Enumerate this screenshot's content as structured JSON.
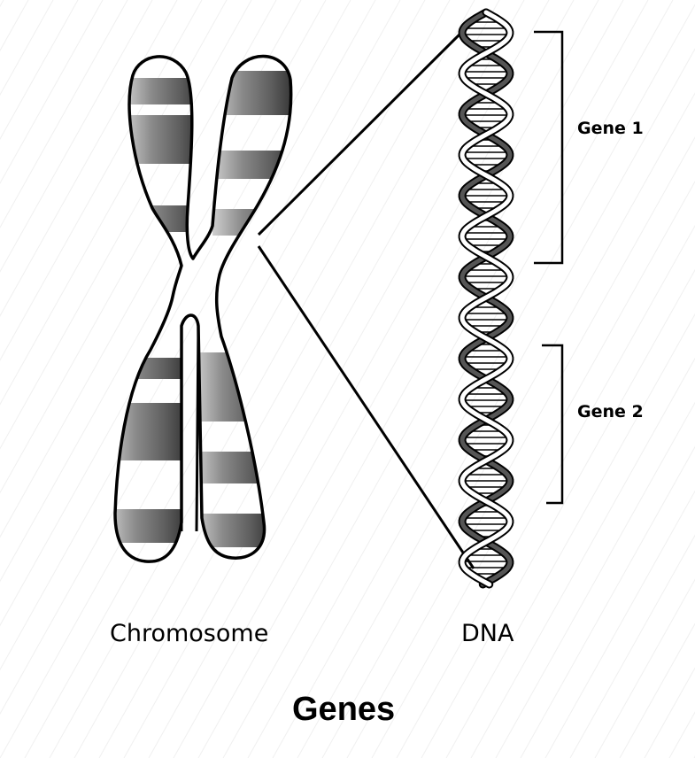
{
  "labels": {
    "gene1": "Gene 1",
    "gene2": "Gene 2",
    "chromosome": "Chromosome",
    "dna": "DNA",
    "title": "Genes"
  },
  "colors": {
    "ink": "#000000",
    "background": "#ffffff",
    "band_dark": "#7a7a7a",
    "band_light": "#d6d6d6"
  }
}
